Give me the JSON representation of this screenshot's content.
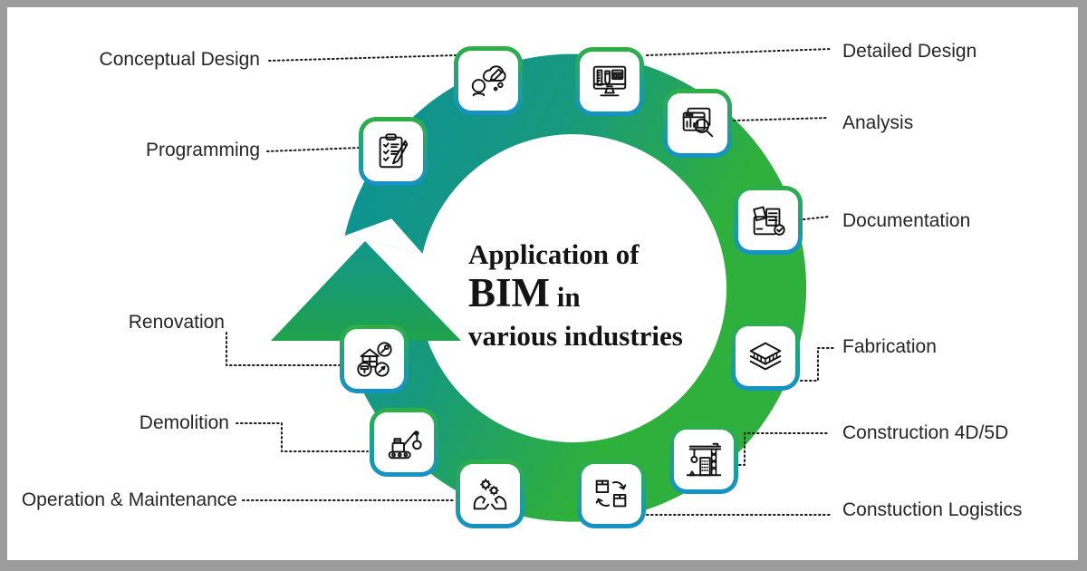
{
  "title": {
    "line1": "Application of",
    "line2_bim": "BIM",
    "line2_in": " in",
    "line3": "various industries"
  },
  "stages": [
    {
      "id": "conceptual-design",
      "label": "Conceptual Design"
    },
    {
      "id": "detailed-design",
      "label": "Detailed Design"
    },
    {
      "id": "analysis",
      "label": "Analysis"
    },
    {
      "id": "documentation",
      "label": "Documentation"
    },
    {
      "id": "fabrication",
      "label": "Fabrication"
    },
    {
      "id": "construction-4d5d",
      "label": "Construction 4D/5D"
    },
    {
      "id": "construction-logistics",
      "label": "Constuction Logistics"
    },
    {
      "id": "operation-maintenance",
      "label": "Operation & Maintenance"
    },
    {
      "id": "demolition",
      "label": "Demolition"
    },
    {
      "id": "renovation",
      "label": "Renovation"
    },
    {
      "id": "programming",
      "label": "Programming"
    }
  ],
  "colors": {
    "background": "#FFFFFF",
    "frame_gray": "#9C9C9C",
    "ring_teal": "#0A8F9B",
    "ring_mid": "#17997E",
    "ring_green": "#2FAF3C",
    "arrow_teal": "#12968E",
    "arrow_green": "#1FA24B",
    "tile_border_top": "#2FAF43",
    "tile_border_bottom": "#1591C9",
    "label_color": "#262626",
    "title_color": "#141414",
    "connector_color": "#1A1A1A",
    "icon_stroke": "#111111"
  }
}
